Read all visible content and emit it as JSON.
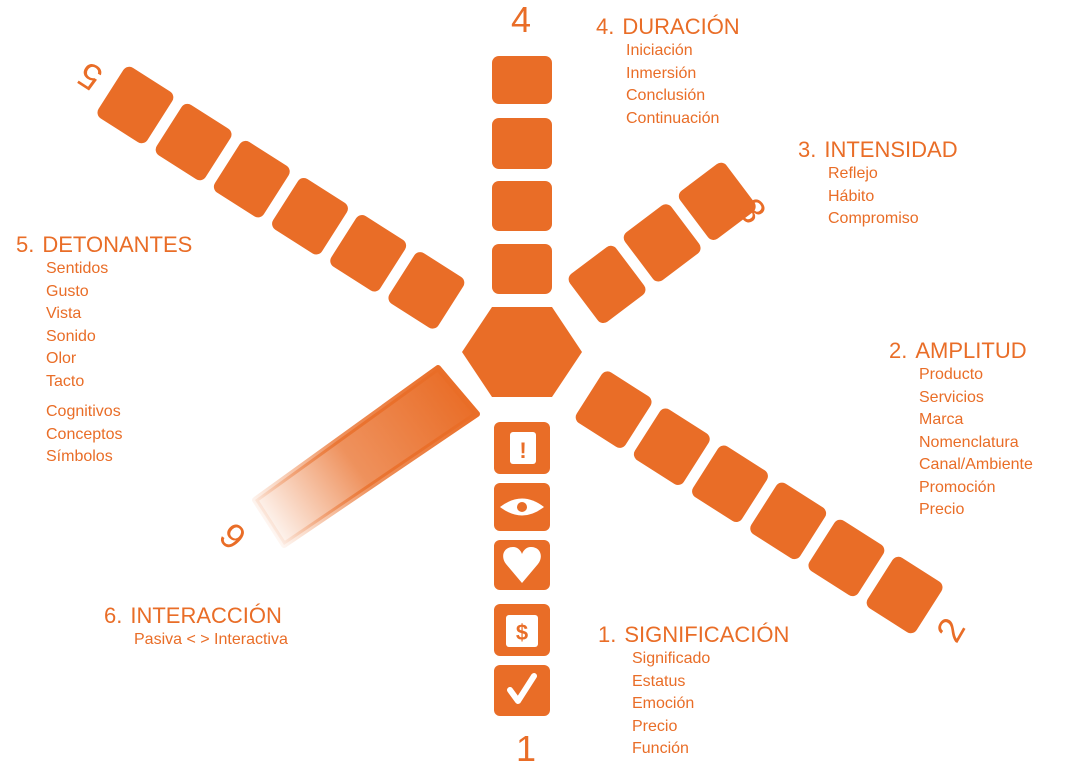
{
  "colors": {
    "accent": "#E96D27",
    "background": "#ffffff",
    "icon_fill": "#ffffff"
  },
  "axis_numbers": {
    "a1": "1",
    "a2": "2",
    "a3": "3",
    "a4": "4",
    "a5": "5",
    "a6": "6"
  },
  "center_icons": [
    "exclamation-icon",
    "eye-icon",
    "heart-icon",
    "dollar-icon",
    "checkmark-icon"
  ],
  "icon_glyphs": {
    "exclamation": "!",
    "dollar": "$"
  },
  "sections": {
    "duracion": {
      "number": "4.",
      "title": "DURACIÓN",
      "items": [
        "Iniciación",
        "Inmersión",
        "Conclusión",
        "Continuación"
      ]
    },
    "intensidad": {
      "number": "3.",
      "title": "INTENSIDAD",
      "items": [
        "Reflejo",
        "Hábito",
        "Compromiso"
      ]
    },
    "detonantes": {
      "number": "5.",
      "title": "DETONANTES",
      "items": [
        "Sentidos",
        "Gusto",
        "Vista",
        "Sonido",
        "Olor",
        "Tacto"
      ],
      "items2": [
        "Cognitivos",
        "Conceptos",
        "Símbolos"
      ]
    },
    "amplitud": {
      "number": "2.",
      "title": "AMPLITUD",
      "items": [
        "Producto",
        "Servicios",
        "Marca",
        "Nomenclatura",
        "Canal/Ambiente",
        "Promoción",
        "Precio"
      ]
    },
    "interaccion": {
      "number": "6.",
      "title": "INTERACCIÓN",
      "items": [
        "Pasiva < > Interactiva"
      ]
    },
    "significacion": {
      "number": "1.",
      "title": "SIGNIFICACIÓN",
      "items": [
        "Significado",
        "Estatus",
        "Emoción",
        "Precio",
        "Función"
      ]
    }
  }
}
